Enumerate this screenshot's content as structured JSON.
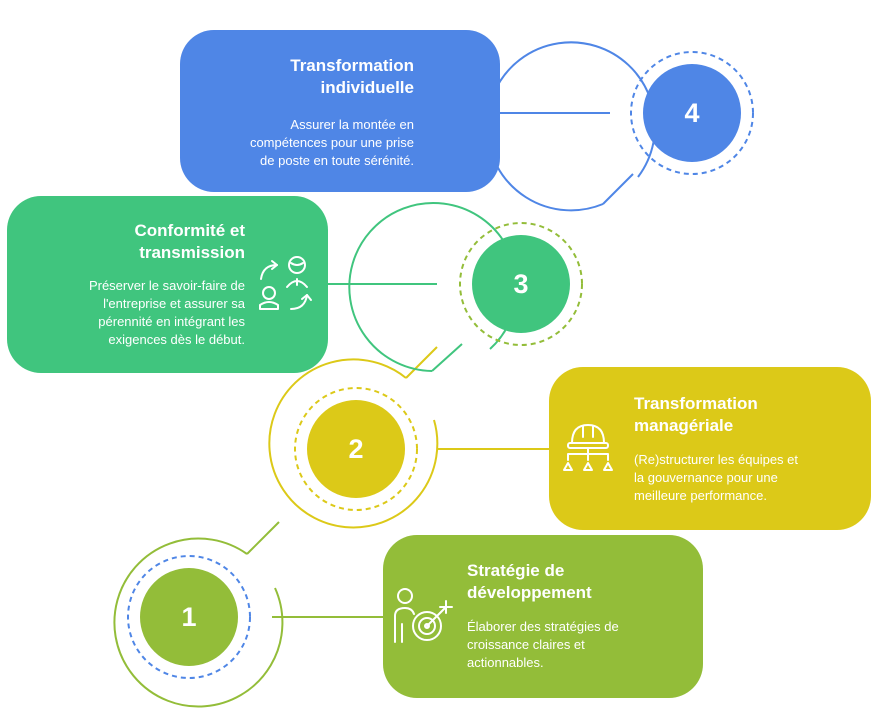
{
  "colors": {
    "blue": "#4f86e6",
    "green": "#40c57e",
    "yellow": "#dcc918",
    "lime": "#93bd39",
    "white": "#ffffff"
  },
  "steps": [
    {
      "number": "1",
      "title": "Stratégie de\ndéveloppement",
      "description": "Élaborer des stratégies de\ncroissance claires et\nactionnables.",
      "icon": "person-target-icon"
    },
    {
      "number": "2",
      "title": "Transformation\nmanagériale",
      "description": "(Re)structurer les équipes et\nla gouvernance pour une\nmeilleure performance.",
      "icon": "hardhat-hierarchy-icon"
    },
    {
      "number": "3",
      "title": "Conformité et\ntransmission",
      "description": "Préserver le savoir-faire de\nl'entreprise et assurer sa\npérennité en intégrant les\nexigences dès le début.",
      "icon": "people-exchange-icon"
    },
    {
      "number": "4",
      "title": "Transformation\nindividuelle",
      "description": "Assurer la montée en\ncompétences pour une prise\nde poste en toute sérénité.",
      "icon": ""
    }
  ]
}
